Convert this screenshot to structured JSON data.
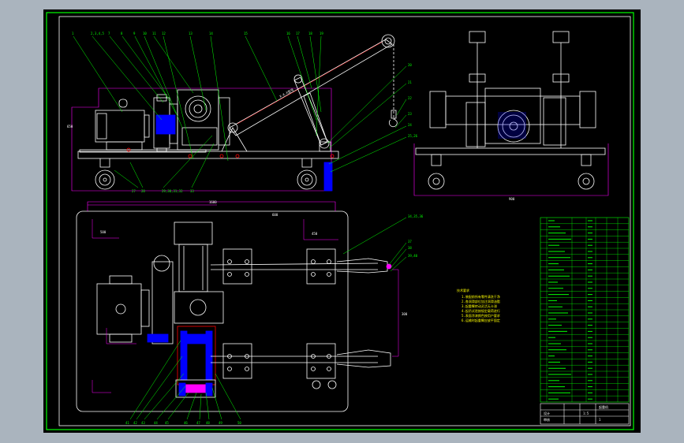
{
  "colors": {
    "background": "#aab4be",
    "canvas": "#000000",
    "frame": "#00ff00",
    "outline": "#ffffff",
    "leader": "#00ff00",
    "dimension": "#ff00ff",
    "notes": "#ffff00",
    "section": "#0000ff",
    "center": "#ff0000"
  },
  "drawing": {
    "boom_label": "X-X-X型号",
    "dim_front_height": "650",
    "dim_side_width": "900",
    "dim_top_overall": "1600",
    "dim_top_arm": "600",
    "dim_top_left": "500",
    "dim_top_span": "300",
    "dim_top_right": "450",
    "notes_title": "技术要求",
    "notes": [
      "1.装配前所有零件清洗干净",
      "2.各润滑部位加注润滑油脂",
      "3.起重臂转动灵活无卡滞",
      "4.起吊试验按规定载荷进行",
      "5.表面涂漆颜色按用户要求",
      "6.运输时起重臂应放平固定"
    ],
    "callouts_top": [
      "1",
      "2,3,4,5",
      "7",
      "8",
      "9",
      "10",
      "11",
      "12",
      "13",
      "14",
      "15",
      "16",
      "17",
      "18",
      "19"
    ],
    "callouts_front_right": [
      "20",
      "21",
      "22",
      "23",
      "24",
      "25,26"
    ],
    "callouts_front_bottom": [
      "27",
      "28",
      "29,30,31,32",
      "33"
    ],
    "callouts_plan_right": [
      "34,35,36",
      "37",
      "38",
      "39,40"
    ],
    "callouts_plan_bottom": [
      "41",
      "42",
      "43",
      "44",
      "45",
      "46",
      "47",
      "48",
      "49",
      "50"
    ],
    "title_block": {
      "name": "起重机",
      "scale": "1:5",
      "sheet": "1",
      "drawn": "设计",
      "checked": "审核"
    }
  }
}
